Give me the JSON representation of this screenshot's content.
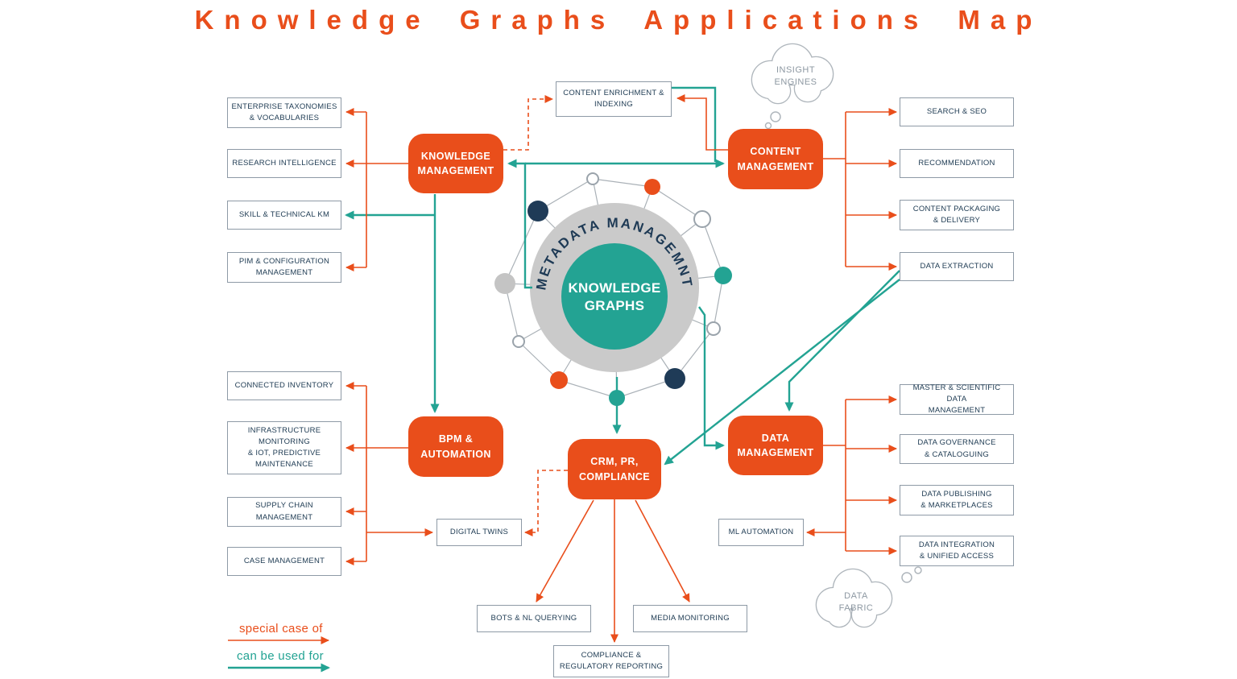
{
  "title": "Knowledge Graphs Applications Map",
  "legend": {
    "special_case": "special case of",
    "can_be_used": "can be used for"
  },
  "center": {
    "label": "KNOWLEDGE\nGRAPHS",
    "arc_label": "METADATA MANAGEMNT"
  },
  "clouds": {
    "insight": "INSIGHT\nENGINES",
    "fabric": "DATA\nFABRIC"
  },
  "hubs": {
    "km": "KNOWLEDGE\nMANAGEMENT",
    "cm": "CONTENT\nMANAGEMENT",
    "bpm": "BPM &\nAUTOMATION",
    "dm": "DATA\nMANAGEMENT",
    "crm": "CRM, PR,\nCOMPLIANCE"
  },
  "leaves": {
    "enterprise_taxonomies": "ENTERPRISE TAXONOMIES\n& VOCABULARIES",
    "research_intelligence": "RESEARCH INTELLIGENCE",
    "skill_technical_km": "SKILL & TECHNICAL KM",
    "pim_configuration": "PIM & CONFIGURATION\nMANAGEMENT",
    "content_enrichment": "CONTENT ENRICHMENT &\nINDEXING",
    "search_seo": "SEARCH & SEO",
    "recommendation": "RECOMMENDATION",
    "content_packaging": "CONTENT PACKAGING\n& DELIVERY",
    "data_extraction": "DATA  EXTRACTION",
    "connected_inventory": "CONNECTED INVENTORY",
    "infrastructure_monitoring": "INFRASTRUCTURE\nMONITORING\n& IOT, PREDICTIVE\nMAINTENANCE",
    "supply_chain": "SUPPLY CHAIN\nMANAGEMENT",
    "case_management": "CASE  MANAGEMENT",
    "master_scientific": "MASTER & SCIENTIFIC DATA\nMANAGEMENT",
    "data_governance": "DATA GOVERNANCE\n& CATALOGUING",
    "data_publishing": "DATA PUBLISHING\n& MARKETPLACES",
    "data_integration": "DATA INTEGRATION\n& UNIFIED ACCESS",
    "digital_twins": "DIGITAL TWINS",
    "ml_automation": "ML AUTOMATION",
    "bots_nl_querying": "BOTS & NL QUERYING",
    "media_monitoring": "MEDIA MONITORING",
    "compliance_reporting": "COMPLIANCE &\nREGULATORY REPORTING"
  },
  "colors": {
    "orange": "#E94E1B",
    "teal": "#23A393",
    "navy": "#1D3A52"
  }
}
